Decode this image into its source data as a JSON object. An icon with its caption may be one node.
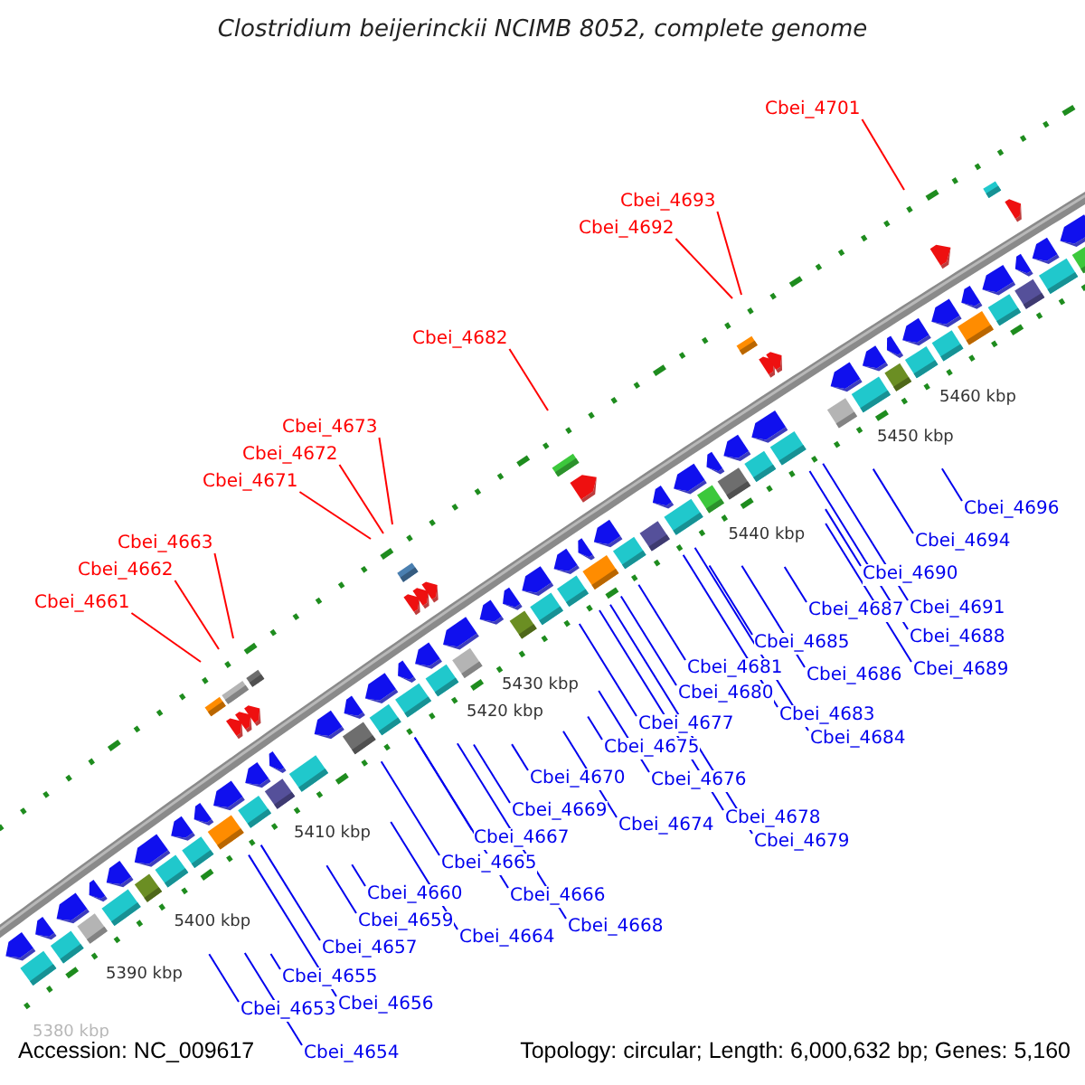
{
  "diagram": {
    "title": "Clostridium beijerinckii NCIMB 8052, complete genome",
    "nodes": [
      {
        "text": [
          "Cbei_4701"
        ]
      },
      {
        "text": [
          "Cbei_4693"
        ]
      },
      {
        "text": [
          "Cbei_4692"
        ]
      },
      {
        "text": [
          "Cbei_4682"
        ]
      },
      {
        "text": [
          "Cbei_4673"
        ]
      },
      {
        "text": [
          "Cbei_4672"
        ]
      },
      {
        "text": [
          "Cbei_4671"
        ]
      },
      {
        "text": [
          "Cbei_4663"
        ]
      },
      {
        "text": [
          "Cbei_4662"
        ]
      },
      {
        "text": [
          "Cbei_4661"
        ]
      },
      {
        "text": [
          "Cbei_4696"
        ]
      },
      {
        "text": [
          "Cbei_4694"
        ]
      },
      {
        "text": [
          "Cbei_4690"
        ]
      },
      {
        "text": [
          "Cbei_4691"
        ]
      },
      {
        "text": [
          "Cbei_4687"
        ]
      },
      {
        "text": [
          "Cbei_4688"
        ]
      },
      {
        "text": [
          "Cbei_4685"
        ]
      },
      {
        "text": [
          "Cbei_4681"
        ]
      },
      {
        "text": [
          "Cbei_4689"
        ]
      },
      {
        "text": [
          "Cbei_4686"
        ]
      },
      {
        "text": [
          "Cbei_4680"
        ]
      },
      {
        "text": [
          "Cbei_4683"
        ]
      },
      {
        "text": [
          "Cbei_4677"
        ]
      },
      {
        "text": [
          "Cbei_4684"
        ]
      },
      {
        "text": [
          "Cbei_4675"
        ]
      },
      {
        "text": [
          "Cbei_4670"
        ]
      },
      {
        "text": [
          "Cbei_4676"
        ]
      },
      {
        "text": [
          "Cbei_4669"
        ]
      },
      {
        "text": [
          "Cbei_4678"
        ]
      },
      {
        "text": [
          "Cbei_4674"
        ]
      },
      {
        "text": [
          "Cbei_4667"
        ]
      },
      {
        "text": [
          "Cbei_4679"
        ]
      },
      {
        "text": [
          "Cbei_4665"
        ]
      },
      {
        "text": [
          "Cbei_4660"
        ]
      },
      {
        "text": [
          "Cbei_4666"
        ]
      },
      {
        "text": [
          "Cbei_4659"
        ]
      },
      {
        "text": [
          "Cbei_4668"
        ]
      },
      {
        "text": [
          "Cbei_4664"
        ]
      },
      {
        "text": [
          "Cbei_4657"
        ]
      },
      {
        "text": [
          "Cbei_4655"
        ]
      },
      {
        "text": [
          "Cbei_4656"
        ]
      },
      {
        "text": [
          "Cbei_4653"
        ]
      },
      {
        "text": [
          "Cbei_4654"
        ]
      }
    ],
    "edges": [
      {
        "from": 0,
        "to": null,
        "arrow": "none",
        "color": "#ff0000"
      },
      {
        "from": 1,
        "to": null,
        "arrow": "none",
        "color": "#ff0000"
      },
      {
        "from": 2,
        "to": null,
        "arrow": "none",
        "color": "#ff0000"
      },
      {
        "from": 3,
        "to": null,
        "arrow": "none",
        "color": "#ff0000"
      },
      {
        "from": 4,
        "to": null,
        "arrow": "none",
        "color": "#ff0000"
      },
      {
        "from": 5,
        "to": null,
        "arrow": "none",
        "color": "#ff0000"
      },
      {
        "from": 6,
        "to": null,
        "arrow": "none",
        "color": "#ff0000"
      },
      {
        "from": 7,
        "to": null,
        "arrow": "none",
        "color": "#ff0000"
      },
      {
        "from": 8,
        "to": null,
        "arrow": "none",
        "color": "#ff0000"
      },
      {
        "from": 9,
        "to": null,
        "arrow": "none",
        "color": "#ff0000"
      },
      {
        "from": 10,
        "to": null,
        "arrow": "none"
      },
      {
        "from": 11,
        "to": null,
        "arrow": "none"
      },
      {
        "from": 12,
        "to": null,
        "arrow": "none"
      },
      {
        "from": 13,
        "to": null,
        "arrow": "none"
      },
      {
        "from": 14,
        "to": null,
        "arrow": "none"
      },
      {
        "from": 15,
        "to": null,
        "arrow": "none"
      },
      {
        "from": 16,
        "to": null,
        "arrow": "none"
      },
      {
        "from": 17,
        "to": null,
        "arrow": "none"
      },
      {
        "from": 18,
        "to": null,
        "arrow": "none"
      },
      {
        "from": 19,
        "to": null,
        "arrow": "none"
      },
      {
        "from": 20,
        "to": null,
        "arrow": "none"
      },
      {
        "from": 21,
        "to": null,
        "arrow": "none"
      },
      {
        "from": 22,
        "to": null,
        "arrow": "none"
      },
      {
        "from": 23,
        "to": null,
        "arrow": "none"
      },
      {
        "from": 24,
        "to": null,
        "arrow": "none"
      },
      {
        "from": 25,
        "to": null,
        "arrow": "none"
      },
      {
        "from": 26,
        "to": null,
        "arrow": "none"
      },
      {
        "from": 27,
        "to": null,
        "arrow": "none"
      },
      {
        "from": 28,
        "to": null,
        "arrow": "none"
      },
      {
        "from": 29,
        "to": null,
        "arrow": "none"
      },
      {
        "from": 30,
        "to": null,
        "arrow": "none"
      },
      {
        "from": 31,
        "to": null,
        "arrow": "none"
      },
      {
        "from": 32,
        "to": null,
        "arrow": "none"
      },
      {
        "from": 33,
        "to": null,
        "arrow": "none"
      },
      {
        "from": 34,
        "to": null,
        "arrow": "none"
      },
      {
        "from": 35,
        "to": null,
        "arrow": "none"
      },
      {
        "from": 36,
        "to": null,
        "arrow": "none"
      },
      {
        "from": 37,
        "to": null,
        "arrow": "none"
      },
      {
        "from": 38,
        "to": null,
        "arrow": "none"
      },
      {
        "from": 39,
        "to": null,
        "arrow": "none"
      },
      {
        "from": 40,
        "to": null,
        "arrow": "none"
      },
      {
        "from": 41,
        "to": null,
        "arrow": "none"
      },
      {
        "from": 42,
        "to": null,
        "arrow": "none"
      }
    ],
    "labels": [
      "5460 kbp",
      "5450 kbp",
      "5440 kbp",
      "5430 kbp",
      "5420 kbp",
      "5410 kbp",
      "5400 kbp",
      "5390 kbp",
      "5380 kbp",
      "Accession: NC_009617",
      "Topology: circular; Length: 6,000,632 bp; Genes: 5,160"
    ]
  }
}
